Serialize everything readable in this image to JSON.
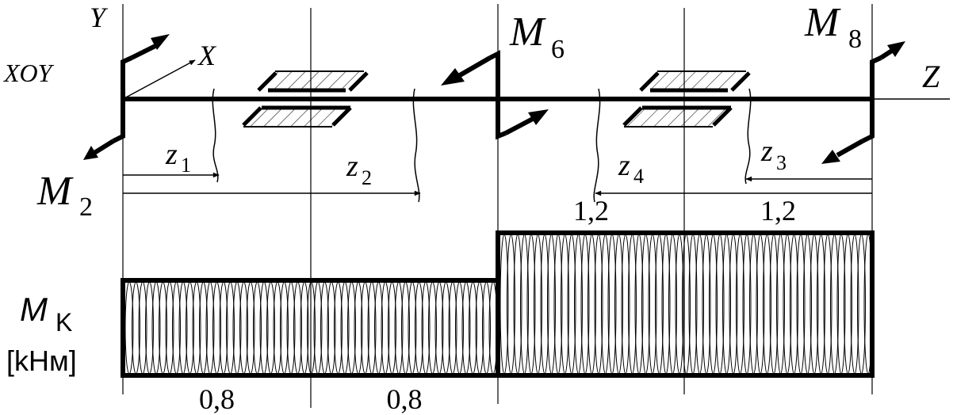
{
  "plane_label": "XOY",
  "axes": {
    "y": "Y",
    "x": "X",
    "z": "Z"
  },
  "moments": [
    {
      "symbol": "M",
      "index": "2"
    },
    {
      "symbol": "M",
      "index": "6"
    },
    {
      "symbol": "M",
      "index": "8"
    }
  ],
  "sections": [
    {
      "symbol": "z",
      "index": "1"
    },
    {
      "symbol": "z",
      "index": "2"
    },
    {
      "symbol": "z",
      "index": "4"
    },
    {
      "symbol": "z",
      "index": "3"
    }
  ],
  "diagram": {
    "symbol": "M",
    "index": "K",
    "unit": "[kHм]",
    "segments": [
      {
        "value": 0.8,
        "label": "0,8"
      },
      {
        "value": 0.8,
        "label": "0,8"
      },
      {
        "value": 1.2,
        "label": "1,2"
      },
      {
        "value": 1.2,
        "label": "1,2"
      }
    ]
  },
  "colors": {
    "stroke": "#000000",
    "hatch": "#000000",
    "background": "#ffffff"
  }
}
